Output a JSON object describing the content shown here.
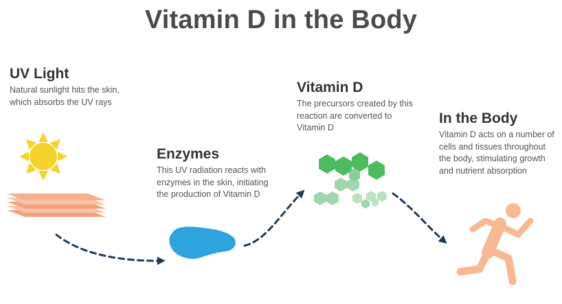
{
  "title": "Vitamin D in the Body",
  "steps": [
    {
      "heading": "UV Light",
      "text": "Natural sunlight hits the skin, which absorbs the UV rays"
    },
    {
      "heading": "Enzymes",
      "text": "This UV radiation reacts with enzymes in the skin, initiating the production of Vitamin D"
    },
    {
      "heading": "Vitamin D",
      "text": "The precursors created by this reaction are converted to Vitamin D"
    },
    {
      "heading": "In the Body",
      "text": "Vitamin D acts on a number of cells and tissues throughout the body, stimulating growth and nutrient absorption"
    }
  ],
  "colors": {
    "sun": "#f6d32a",
    "skin": "#f7b08e",
    "enzyme": "#2ea3dd",
    "molecule_dark": "#4dbb5f",
    "molecule_light": "#b9e3c1",
    "runner": "#f7b993",
    "arrow": "#1f3a57"
  },
  "icons": [
    "sun-icon",
    "skin-layers-icon",
    "enzyme-blob-icon",
    "molecule-hexagons-icon",
    "running-person-icon"
  ]
}
